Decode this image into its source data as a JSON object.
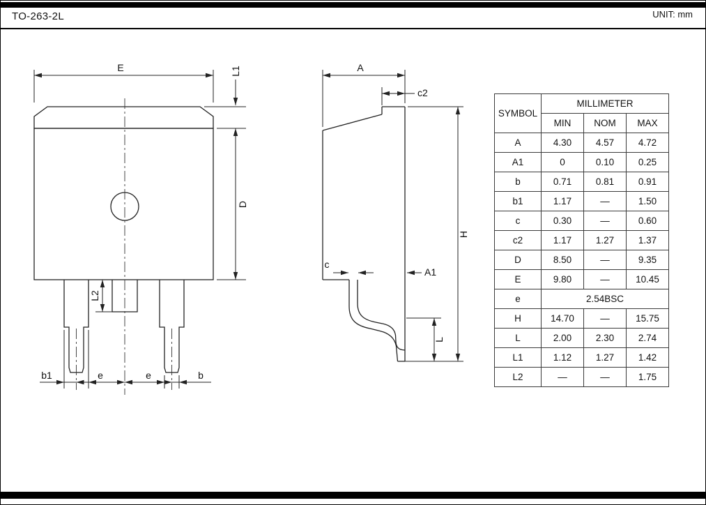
{
  "header": {
    "title": "TO-263-2L",
    "unit": "UNIT: mm"
  },
  "front_view": {
    "labels": {
      "E": "E",
      "L1": "L1",
      "D": "D",
      "L2": "L2",
      "b1": "b1",
      "e1": "e",
      "e2": "e",
      "b": "b"
    }
  },
  "side_view": {
    "labels": {
      "A": "A",
      "c2": "c2",
      "c": "c",
      "A1": "A1",
      "H": "H",
      "L": "L"
    }
  },
  "table": {
    "header": {
      "symbol": "SYMBOL",
      "millimeter": "MILLIMETER",
      "min": "MIN",
      "nom": "NOM",
      "max": "MAX"
    },
    "rows": [
      {
        "symbol": "A",
        "min": "4.30",
        "nom": "4.57",
        "max": "4.72"
      },
      {
        "symbol": "A1",
        "min": "0",
        "nom": "0.10",
        "max": "0.25"
      },
      {
        "symbol": "b",
        "min": "0.71",
        "nom": "0.81",
        "max": "0.91"
      },
      {
        "symbol": "b1",
        "min": "1.17",
        "nom": "—",
        "max": "1.50"
      },
      {
        "symbol": "c",
        "min": "0.30",
        "nom": "—",
        "max": "0.60"
      },
      {
        "symbol": "c2",
        "min": "1.17",
        "nom": "1.27",
        "max": "1.37"
      },
      {
        "symbol": "D",
        "min": "8.50",
        "nom": "—",
        "max": "9.35"
      },
      {
        "symbol": "E",
        "min": "9.80",
        "nom": "—",
        "max": "10.45"
      },
      {
        "symbol": "e",
        "span": "2.54BSC"
      },
      {
        "symbol": "H",
        "min": "14.70",
        "nom": "—",
        "max": "15.75"
      },
      {
        "symbol": "L",
        "min": "2.00",
        "nom": "2.30",
        "max": "2.74"
      },
      {
        "symbol": "L1",
        "min": "1.12",
        "nom": "1.27",
        "max": "1.42"
      },
      {
        "symbol": "L2",
        "min": "—",
        "nom": "—",
        "max": "1.75"
      }
    ]
  }
}
